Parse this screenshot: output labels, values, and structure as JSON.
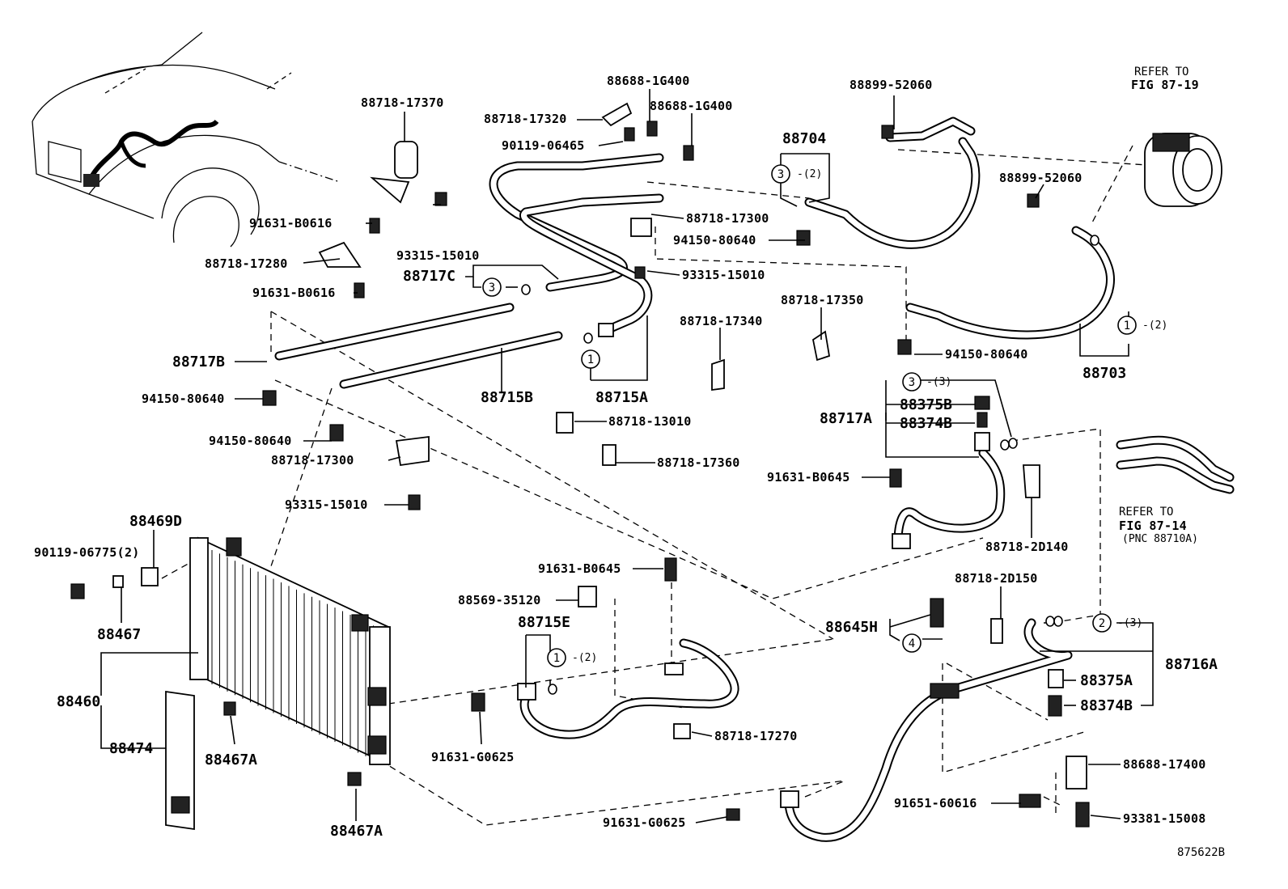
{
  "diagram": {
    "figure_code": "875622B",
    "references": {
      "top": [
        "REFER TO",
        "FIG 87-19"
      ],
      "right": [
        "REFER TO",
        "FIG 87-14",
        "(PNC 88710A)"
      ]
    },
    "callouts": [
      "1",
      "2",
      "3",
      "4"
    ],
    "qty": {
      "q2": "-(2)",
      "q3": "-(3)"
    },
    "labels": {
      "p88718_17370": "88718-17370",
      "p88688_1g400_a": "88688-1G400",
      "p88688_1g400_b": "88688-1G400",
      "p88718_17320": "88718-17320",
      "p90119_06465": "90119-06465",
      "p88899_52060_a": "88899-52060",
      "p88899_52060_b": "88899-52060",
      "p88704": "88704",
      "p91631_b0616_a": "91631-B0616",
      "p93315_15010_a": "93315-15010",
      "p88718_17280": "88718-17280",
      "p91631_b0616_b": "91631-B0616",
      "p88717c": "88717C",
      "p88718_17300_a": "88718-17300",
      "p94150_80640_a": "94150-80640",
      "p93315_15010_b": "93315-15010",
      "p88718_17350": "88718-17350",
      "p88718_17340": "88718-17340",
      "p88717b": "88717B",
      "p94150_80640_b": "94150-80640",
      "p88715b": "88715B",
      "p88715a": "88715A",
      "p94150_80640_c": "94150-80640",
      "p88703": "88703",
      "p88375b_a": "88375B",
      "p88717a": "88717A",
      "p88374b_a": "88374B",
      "p88718_13010": "88718-13010",
      "p94150_80640_d": "94150-80640",
      "p88718_17300_b": "88718-17300",
      "p88718_17360": "88718-17360",
      "p91631_b0645_a": "91631-B0645",
      "p93315_15010_c": "93315-15010",
      "p88718_2d140": "88718-2D140",
      "p88469d": "88469D",
      "p90119_06775": "90119-06775(2)",
      "p91631_b0645_b": "91631-B0645",
      "p88569_35120": "88569-35120",
      "p88718_2d150": "88718-2D150",
      "p88467": "88467",
      "p88715e": "88715E",
      "p88645h": "88645H",
      "p88716a": "88716A",
      "p88375a": "88375A",
      "p88460": "88460",
      "p88374b_b": "88374B",
      "p88474": "88474",
      "p88467a_a": "88467A",
      "p91631_g0625_a": "91631-G0625",
      "p88718_17270": "88718-17270",
      "p88688_17400": "88688-17400",
      "p91651_60616": "91651-60616",
      "p88467a_b": "88467A",
      "p91631_g0625_b": "91631-G0625",
      "p93381_15008": "93381-15008"
    }
  }
}
